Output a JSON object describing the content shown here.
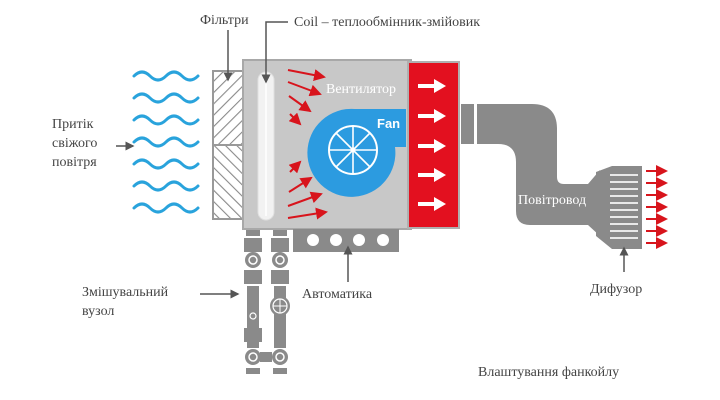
{
  "labels": {
    "filters": "Фільтри",
    "coil": "Coil – теплообмінник-змійовик",
    "fresh_air": [
      "Притік",
      "свіжого",
      "повітря"
    ],
    "fan_ua": "Вентилятор",
    "fan_en": "Fan",
    "duct": "Повітровод",
    "mixing_unit": [
      "Змішувальний",
      "вузол"
    ],
    "automation": "Автоматика",
    "diffuser": "Дифузор",
    "caption": "Влаштування фанкойлу"
  },
  "icons": {
    "air_waves": "wavy-lines-icon",
    "fan": "fan-wheel-icon",
    "arrows": "arrow-right-icon"
  },
  "colors": {
    "casing": "#c8c8c8",
    "casing_border": "#999999",
    "red_section": "#e3101f",
    "fan_blue": "#2c9be0",
    "wave_blue": "#29a3dc",
    "arrow_red": "#d8141c",
    "duct": "#8a8a8a",
    "text": "#444444"
  }
}
